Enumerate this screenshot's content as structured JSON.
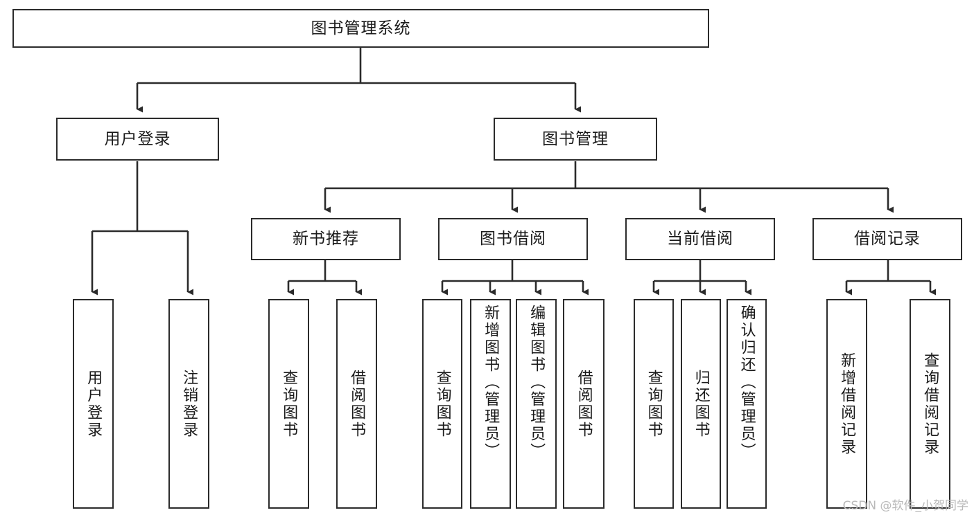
{
  "diagram": {
    "title": "图书管理系统",
    "type": "tree-hierarchy-chart",
    "watermark": "CSDN @软件_小贺同学",
    "colors": {
      "box_border": "#2b2b2b",
      "box_fill": "#ffffff",
      "connector": "#333333",
      "text": "#1a1a1a",
      "watermark": "#b9b9b9"
    },
    "nodes": {
      "root": "图书管理系统",
      "level2": {
        "user_login": "用户登录",
        "book_manage": "图书管理"
      },
      "level3": {
        "new_book_rec": "新书推荐",
        "book_borrow": "图书借阅",
        "current_borrow": "当前借阅",
        "borrow_record": "借阅记录"
      },
      "leaves": {
        "user_login_1": "用户登录",
        "user_login_2": "注销登录",
        "new_book_rec_1": "查询图书",
        "new_book_rec_2": "借阅图书",
        "book_borrow_1": "查询图书",
        "book_borrow_2": "新增图书（管理员）",
        "book_borrow_3": "编辑图书（管理员）",
        "book_borrow_4": "借阅图书",
        "current_borrow_1": "查询图书",
        "current_borrow_2": "归还图书",
        "current_borrow_3": "确认归还（管理员）",
        "borrow_record_1": "新增借阅记录",
        "borrow_record_2": "查询借阅记录"
      }
    }
  }
}
